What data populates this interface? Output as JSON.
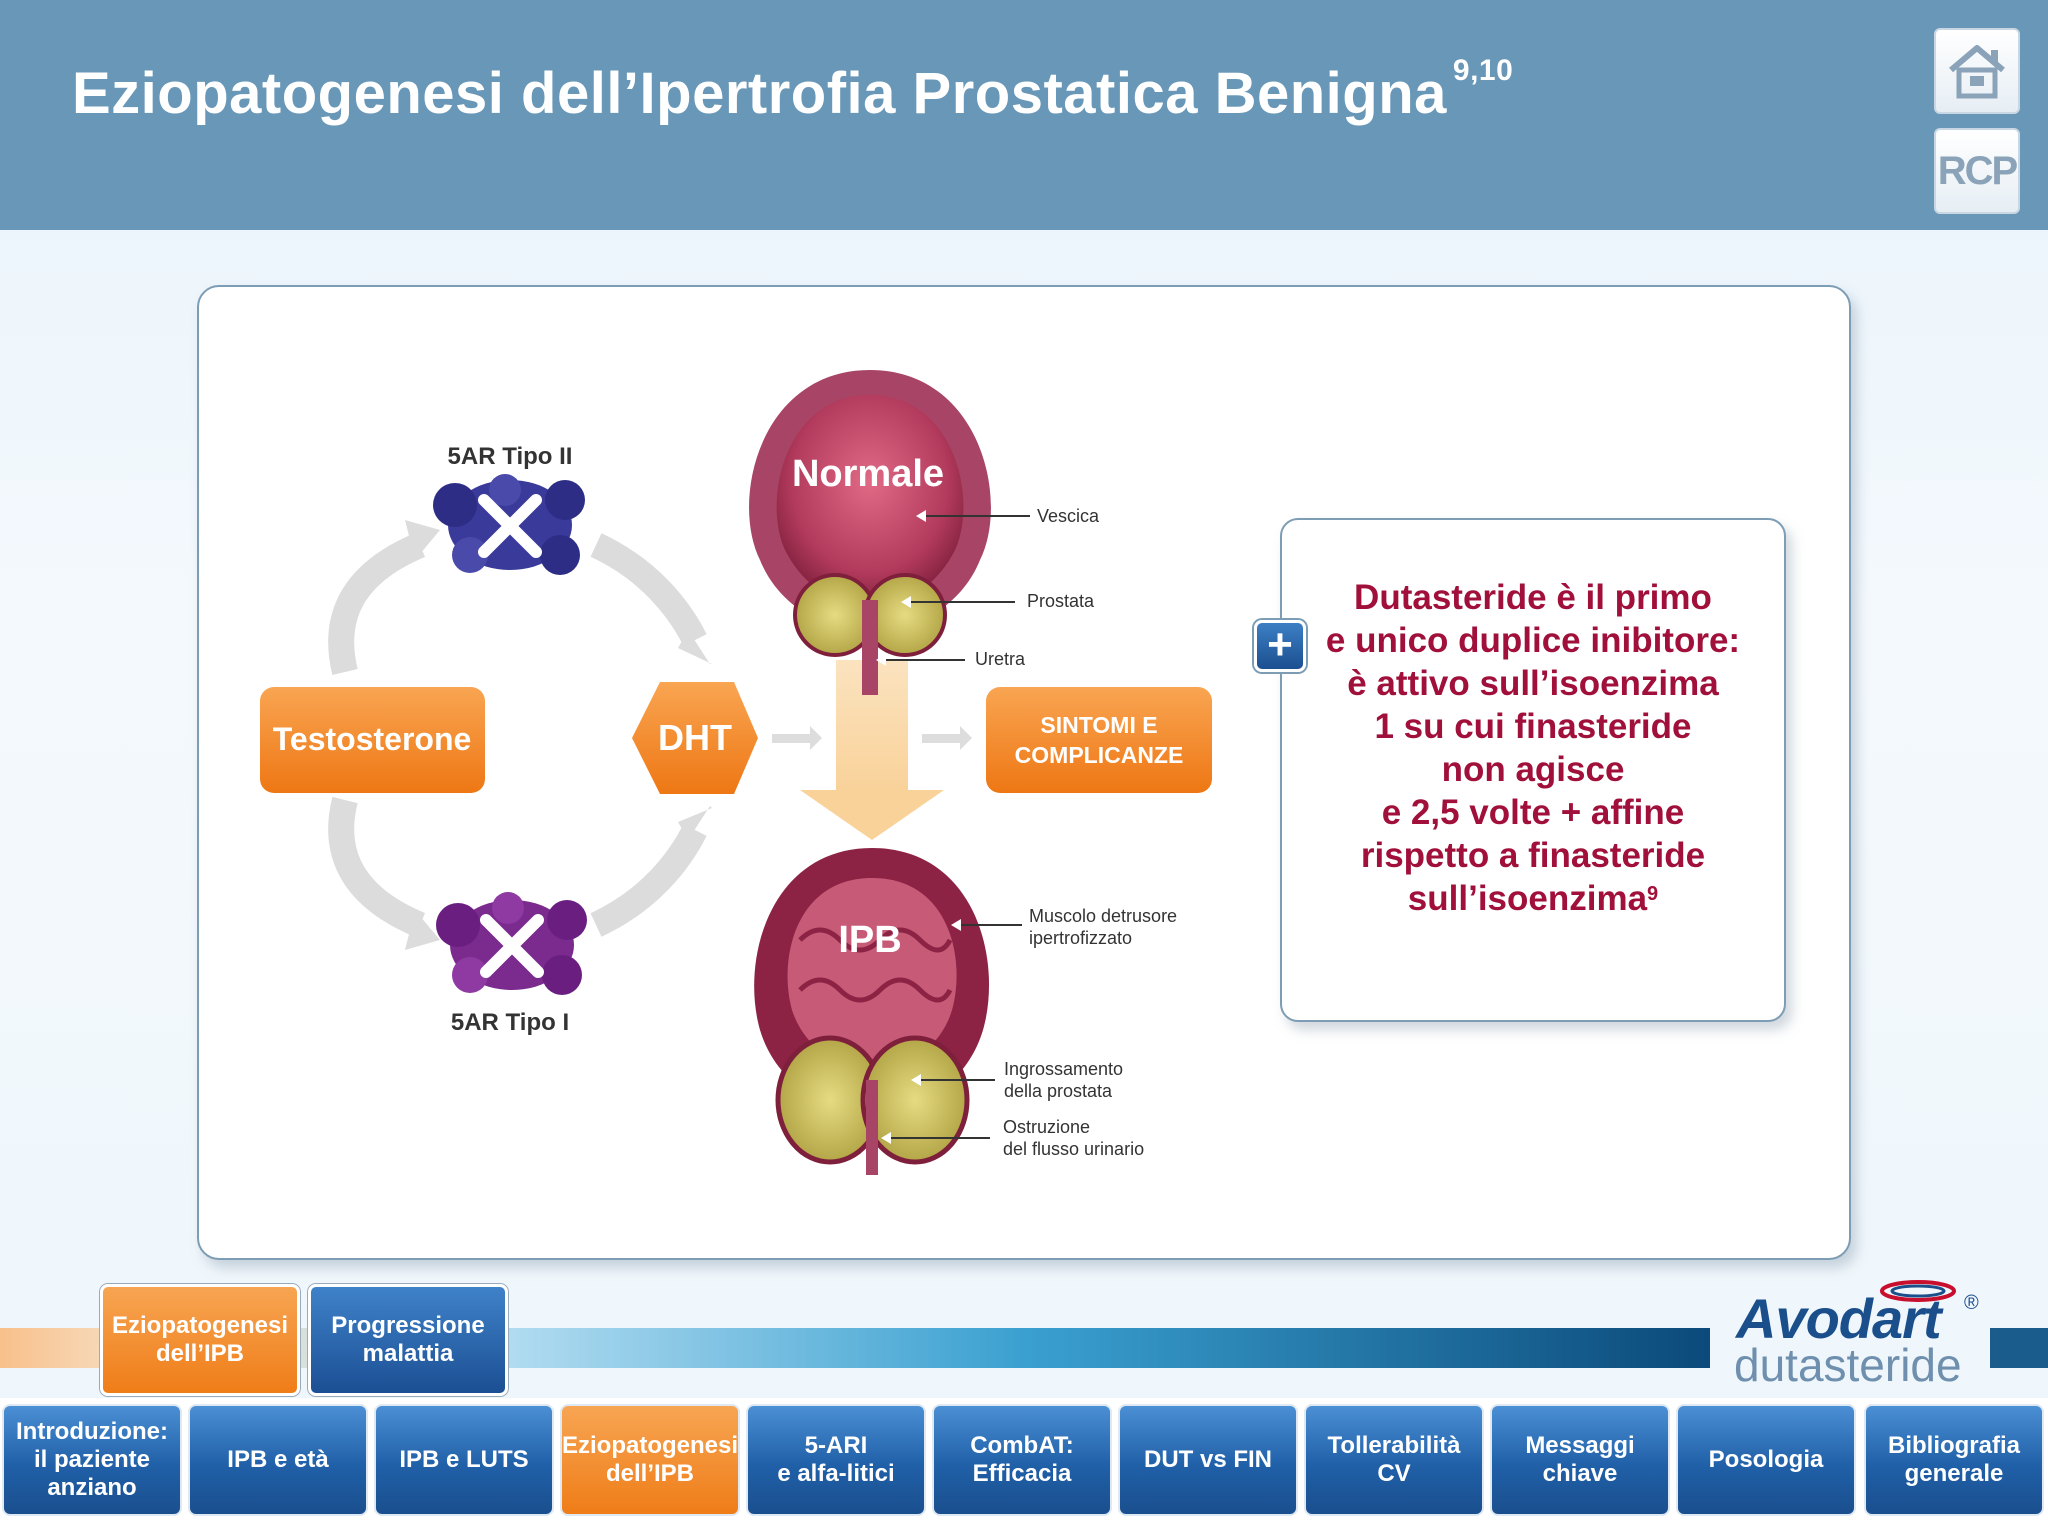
{
  "header": {
    "title": "Eziopatogenesi dell’Ipertrofia Prostatica Benigna",
    "title_refs": "9,10",
    "home_icon": "home-icon",
    "rcp_label": "RCP"
  },
  "diagram": {
    "enzyme_top_label": "5AR Tipo II",
    "enzyme_bottom_label": "5AR Tipo I",
    "testosterone_label": "Testosterone",
    "dht_label": "DHT",
    "outcome_label_line1": "SINTOMI E",
    "outcome_label_line2": "COMPLICANZE",
    "normal_label": "Normale",
    "ipb_label": "IPB",
    "annotations": {
      "vescica": "Vescica",
      "prostata": "Prostata",
      "uretra": "Uretra",
      "muscolo_line1": "Muscolo detrusore",
      "muscolo_line2": "ipertrofizzato",
      "ingrossamento_line1": "Ingrossamento",
      "ingrossamento_line2": "della prostata",
      "ostruzione_line1": "Ostruzione",
      "ostruzione_line2": "del flusso urinario"
    }
  },
  "info_box": {
    "text": "Dutasteride è il primo\ne unico duplice inibitore:\nè attivo sull’isoenzima\n1 su cui finasteride\nnon agisce\ne 2,5 volte + affine\nrispetto a finasteride\nsull’isoenzima",
    "ref": "9",
    "plus_icon": "plus-icon"
  },
  "subnav": {
    "active": "Eziopatogenesi\ndell’IPB",
    "second": "Progressione\nmalattia"
  },
  "logo": {
    "name": "Avodart",
    "reg": "®",
    "sub": "dutasteride"
  },
  "nav": [
    {
      "label": "Introduzione:\nil paziente\nanziano"
    },
    {
      "label": "IPB e età"
    },
    {
      "label": "IPB e LUTS"
    },
    {
      "label": "Eziopatogenesi\ndell’IPB"
    },
    {
      "label": "5-ARI\ne alfa-litici"
    },
    {
      "label": "CombAT:\nEfficacia"
    },
    {
      "label": "DUT vs FIN"
    },
    {
      "label": "Tollerabilità CV"
    },
    {
      "label": "Messaggi\nchiave"
    },
    {
      "label": "Posologia"
    },
    {
      "label": "Bibliografia\ngenerale"
    }
  ],
  "colors": {
    "header_bg": "#6897b7",
    "orange": "#ef7d18",
    "nav_blue": "#2060a8",
    "info_text": "#a0103a"
  }
}
